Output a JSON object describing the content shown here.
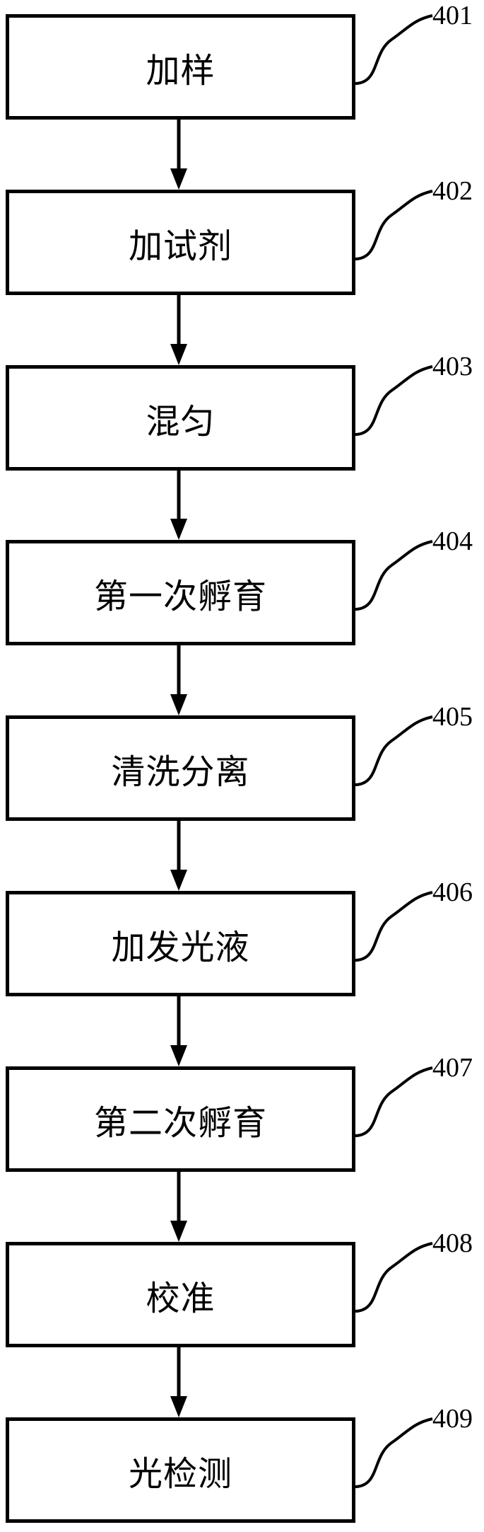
{
  "figure": {
    "background_color": "#ffffff",
    "stroke_color": "#000000",
    "steps": [
      {
        "label": "加样",
        "ref": "401"
      },
      {
        "label": "加试剂",
        "ref": "402"
      },
      {
        "label": "混匀",
        "ref": "403"
      },
      {
        "label": "第一次孵育",
        "ref": "404"
      },
      {
        "label": "清洗分离",
        "ref": "405"
      },
      {
        "label": "加发光液",
        "ref": "406"
      },
      {
        "label": "第二次孵育",
        "ref": "407"
      },
      {
        "label": "校准",
        "ref": "408"
      },
      {
        "label": "光检测",
        "ref": "409"
      }
    ]
  }
}
